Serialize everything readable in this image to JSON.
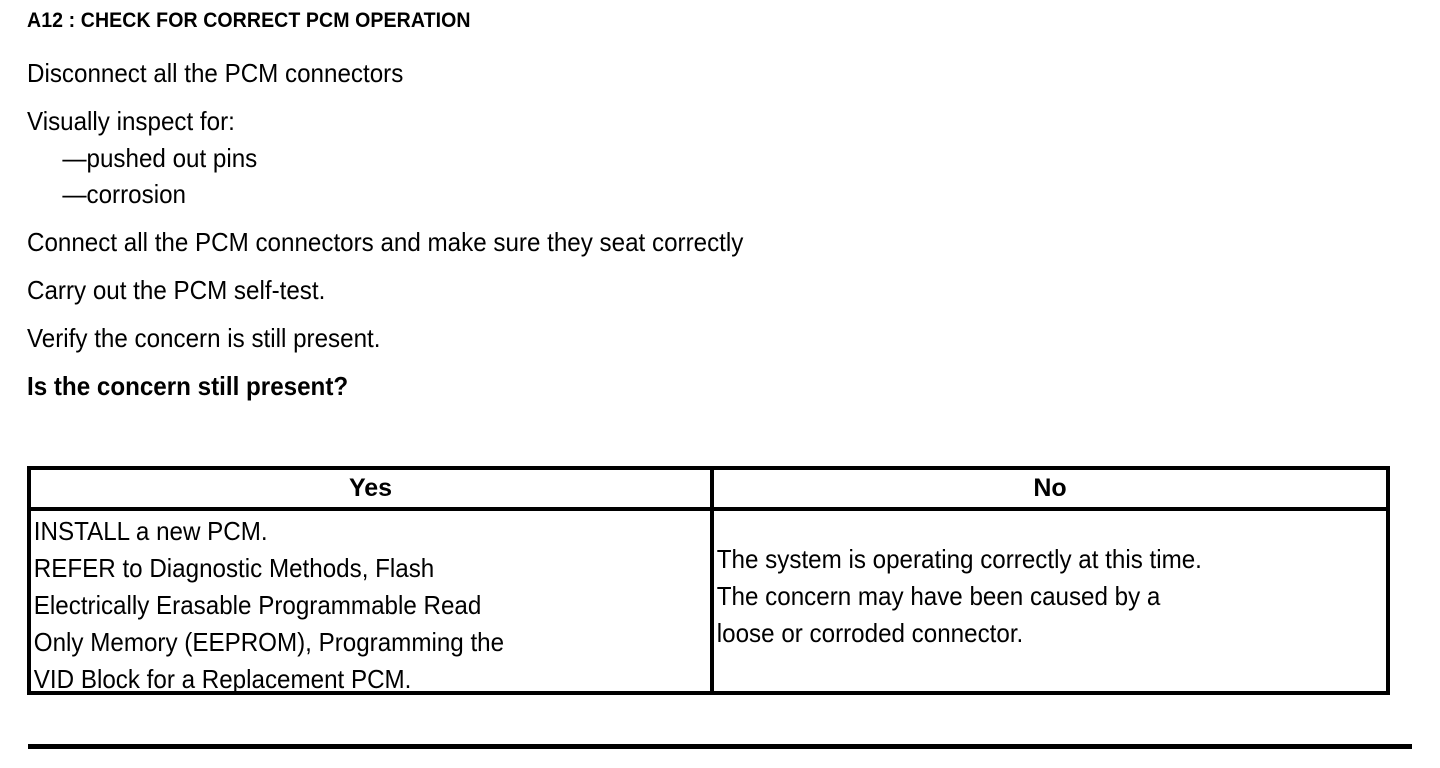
{
  "document": {
    "step_heading": "A12 : CHECK FOR CORRECT PCM OPERATION",
    "instructions": [
      "Disconnect all the PCM connectors",
      "Visually inspect for:",
      "—pushed out pins",
      "—corrosion",
      "Connect all the PCM connectors and make sure they seat correctly",
      "Carry out the PCM self-test.",
      "Verify the concern is still present.",
      "Is the concern still present?"
    ],
    "instruction_lines": {
      "line_1": "Disconnect all the PCM connectors",
      "line_2": "Visually inspect for:",
      "bullet_1": "—pushed out pins",
      "bullet_2": "—corrosion",
      "line_3": "Connect all the PCM connectors and make sure they seat correctly",
      "line_4": "Carry out the PCM self-test.",
      "line_5": "Verify the concern is still present.",
      "question": "Is the concern still present?"
    }
  },
  "decision_table": {
    "headers": {
      "yes": "Yes",
      "no": "No"
    },
    "yes_cell": {
      "lines": [
        "INSTALL a new PCM.",
        "REFER to Diagnostic Methods, Flash",
        "Electrically Erasable Programmable Read",
        "Only Memory (EEPROM), Programming the",
        "VID Block for a Replacement PCM."
      ],
      "line_1": "INSTALL a new PCM.",
      "line_2": "REFER to Diagnostic Methods, Flash",
      "line_3": "Electrically Erasable Programmable Read",
      "line_4": "Only Memory (EEPROM), Programming the",
      "line_5": "VID Block for a Replacement PCM."
    },
    "no_cell": {
      "lines": [
        "The system is operating correctly at this time.",
        "The concern may have been caused by a",
        "loose or corroded connector."
      ],
      "line_1": "The system is operating correctly at this time.",
      "line_2": "The concern may have been caused by a",
      "line_3": "loose or corroded connector."
    }
  },
  "colors": {
    "text": "#000000",
    "background": "#ffffff",
    "rule": "#000000"
  }
}
